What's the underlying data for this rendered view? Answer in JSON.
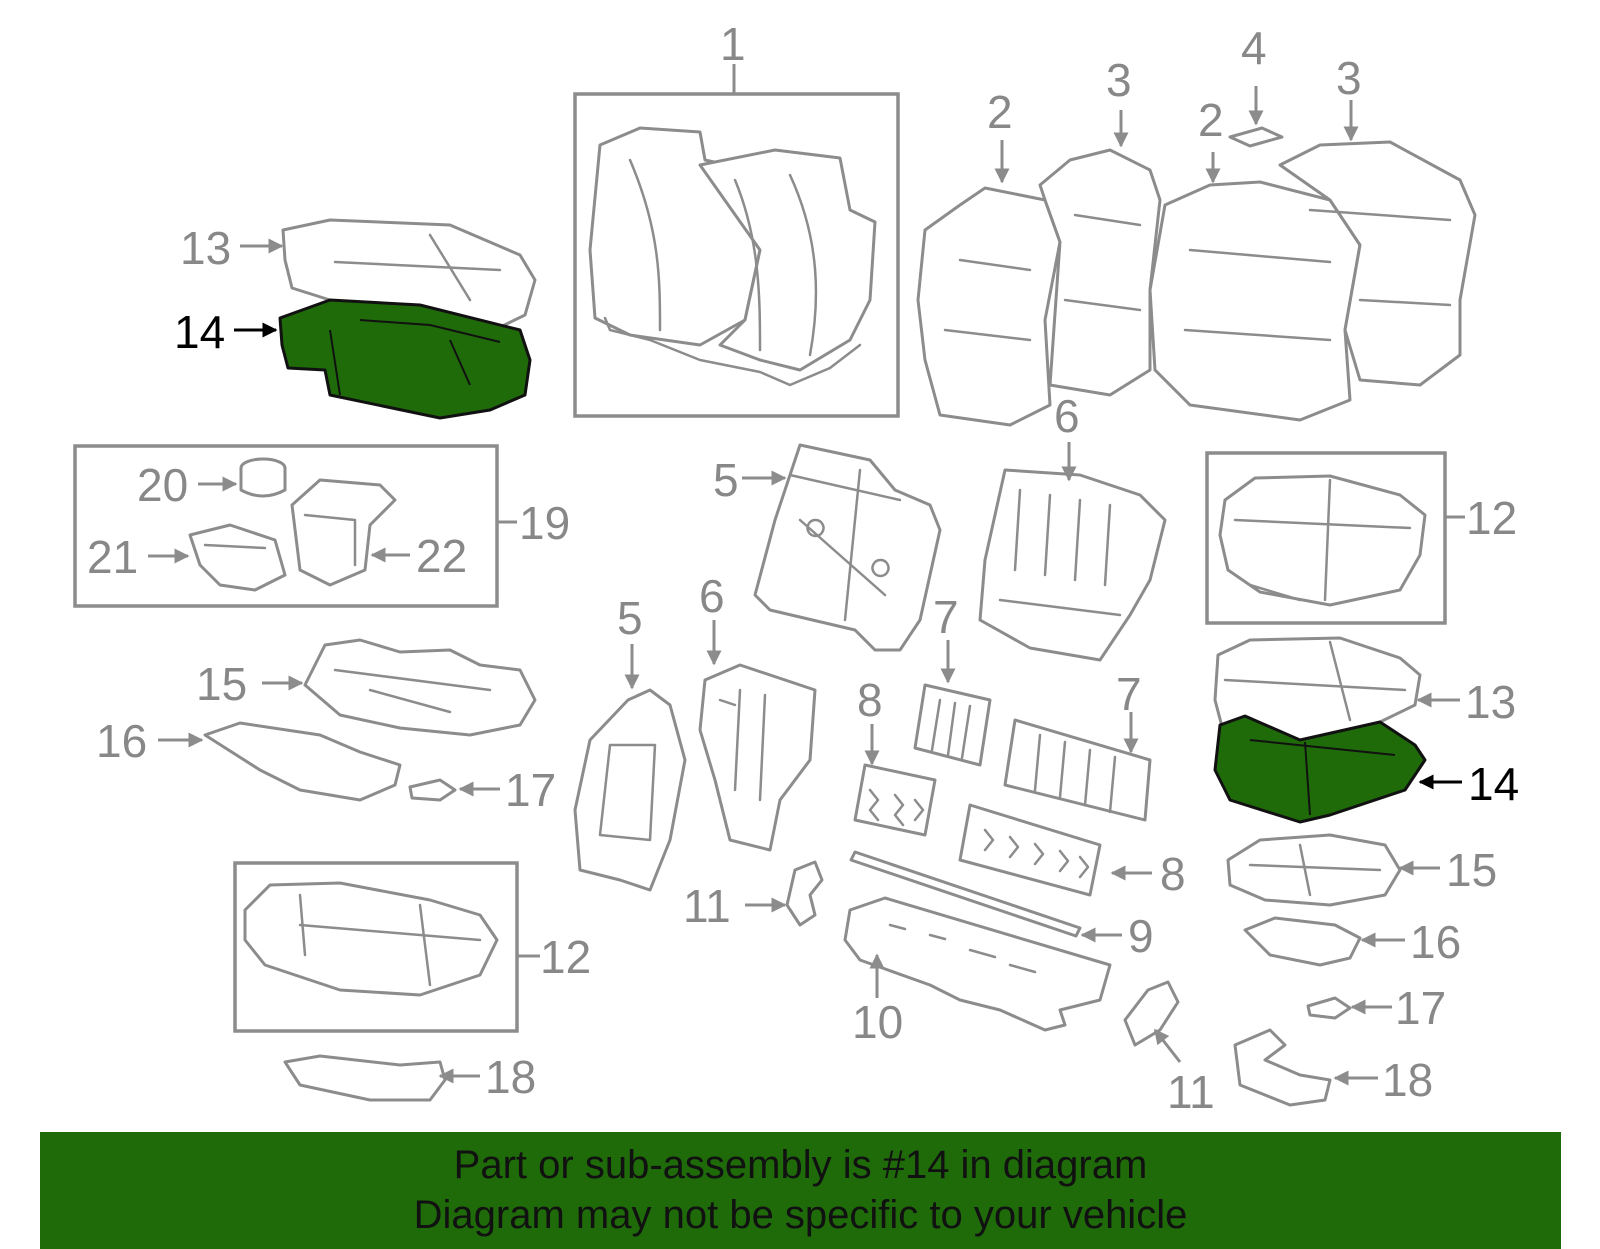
{
  "colors": {
    "highlight": "#1f6b0a",
    "banner": "#1f6b0a",
    "line": "#8c8c8c",
    "label": "#888888",
    "label_highlight": "#000000"
  },
  "labels": {
    "c1": "1",
    "c2a": "2",
    "c3a": "3",
    "c4": "4",
    "c2b": "2",
    "c3b": "3",
    "l13": "13",
    "l14": "14",
    "l20": "20",
    "l21": "21",
    "l22": "22",
    "l19": "19",
    "l15": "15",
    "l16": "16",
    "l17": "17",
    "l12": "12",
    "l18": "18",
    "m5a": "5",
    "m6a": "6",
    "m5b": "5",
    "m6b": "6",
    "m7a": "7",
    "m7b": "7",
    "m8a": "8",
    "m8b": "8",
    "m9": "9",
    "m10": "10",
    "m11a": "11",
    "m11b": "11",
    "r12": "12",
    "r13": "13",
    "r14": "14",
    "r15": "15",
    "r16": "16",
    "r17": "17",
    "r18": "18"
  },
  "banner": {
    "line1": "Part or sub-assembly is #14 in diagram",
    "line2": "Diagram may not be specific to your vehicle"
  }
}
